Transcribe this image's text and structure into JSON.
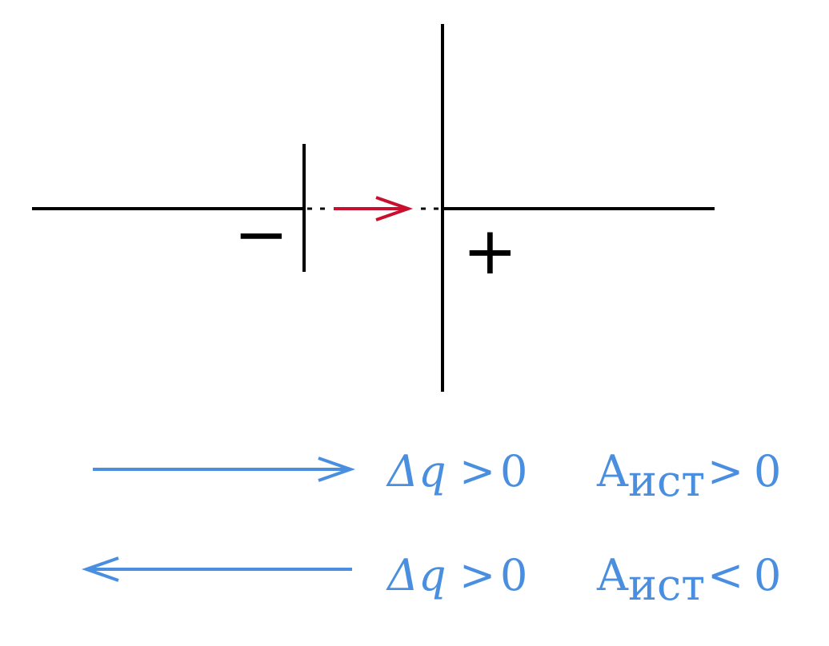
{
  "diagram": {
    "battery": {
      "negative_sign": "−",
      "positive_sign": "+"
    },
    "colors": {
      "wire": "#000000",
      "charge_arrow": "#c8102e",
      "legend": "#4a8fdf"
    },
    "rows": [
      {
        "direction": "right",
        "arrow_icon": "arrow-right-icon",
        "delta_q_symbol": "Δq",
        "delta_q_relation": ">",
        "delta_q_value": "0",
        "work_symbol": "A",
        "work_subscript": "ист",
        "work_relation": ">",
        "work_value": "0"
      },
      {
        "direction": "left",
        "arrow_icon": "arrow-left-icon",
        "delta_q_symbol": "Δq",
        "delta_q_relation": ">",
        "delta_q_value": "0",
        "work_symbol": "A",
        "work_subscript": "ист",
        "work_relation": "<",
        "work_value": "0"
      }
    ]
  }
}
